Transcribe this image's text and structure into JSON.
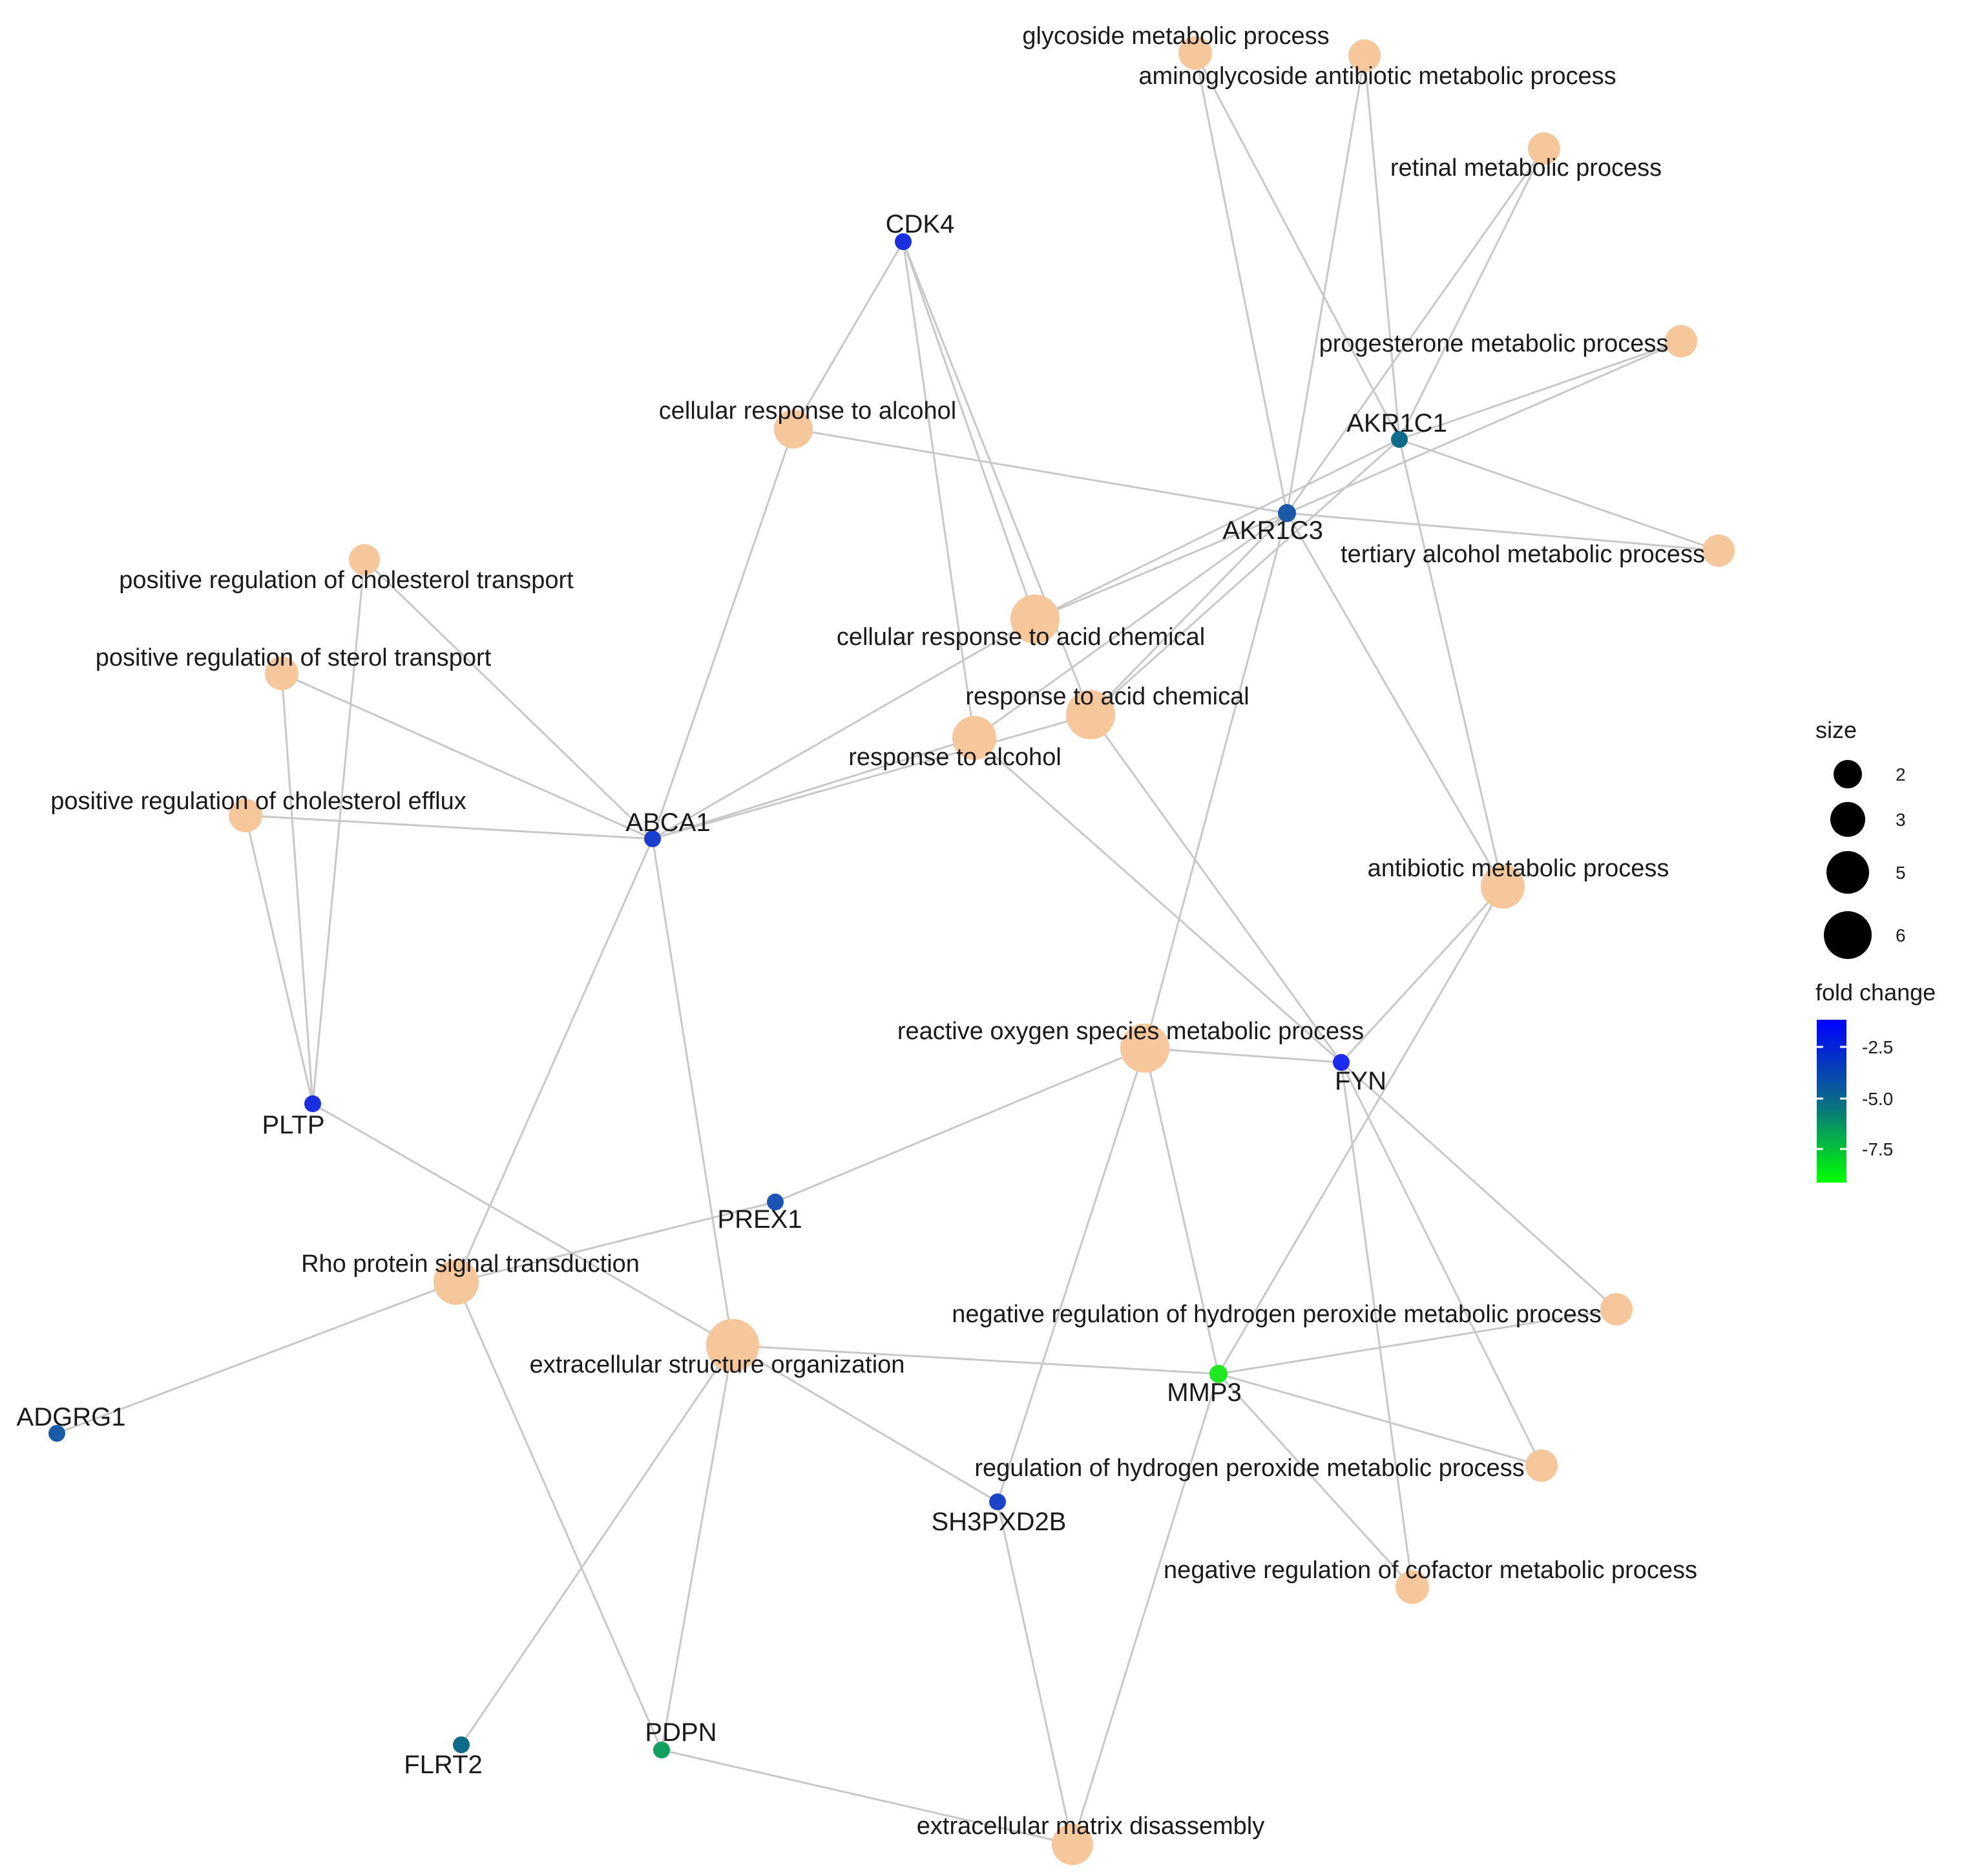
{
  "network": {
    "terms": [
      {
        "id": "t_glycoside",
        "label": "glycoside metabolic process"
      },
      {
        "id": "t_aminoglycoside",
        "label": "aminoglycoside antibiotic metabolic process"
      },
      {
        "id": "t_retinal",
        "label": "retinal metabolic process"
      },
      {
        "id": "t_progesterone",
        "label": "progesterone metabolic process"
      },
      {
        "id": "t_tertiary",
        "label": "tertiary alcohol metabolic process"
      },
      {
        "id": "t_cell_alcohol",
        "label": "cellular response to alcohol"
      },
      {
        "id": "t_cell_acid",
        "label": "cellular response to acid chemical"
      },
      {
        "id": "t_resp_acid",
        "label": "response to acid chemical"
      },
      {
        "id": "t_resp_alcohol",
        "label": "response to alcohol"
      },
      {
        "id": "t_pos_chol_transport",
        "label": "positive regulation of cholesterol transport"
      },
      {
        "id": "t_pos_sterol",
        "label": "positive regulation of sterol transport"
      },
      {
        "id": "t_pos_efflux",
        "label": "positive regulation of cholesterol efflux"
      },
      {
        "id": "t_antibiotic",
        "label": "antibiotic metabolic process"
      },
      {
        "id": "t_ros",
        "label": "reactive oxygen species metabolic process"
      },
      {
        "id": "t_rho",
        "label": "Rho protein signal transduction"
      },
      {
        "id": "t_ecm_org",
        "label": "extracellular structure organization"
      },
      {
        "id": "t_neg_h2o2",
        "label": "negative regulation of hydrogen peroxide metabolic process"
      },
      {
        "id": "t_reg_h2o2",
        "label": "regulation of hydrogen peroxide metabolic process"
      },
      {
        "id": "t_neg_cofactor",
        "label": "negative regulation of cofactor metabolic process"
      },
      {
        "id": "t_ecm_dis",
        "label": "extracellular matrix disassembly"
      }
    ],
    "genes": [
      {
        "id": "CDK4",
        "label": "CDK4",
        "color": "#1a2fe0"
      },
      {
        "id": "AKR1C1",
        "label": "AKR1C1",
        "color": "#0e6a8a"
      },
      {
        "id": "AKR1C3",
        "label": "AKR1C3",
        "color": "#1a5aa8"
      },
      {
        "id": "ABCA1",
        "label": "ABCA1",
        "color": "#1a3fd0"
      },
      {
        "id": "PLTP",
        "label": "PLTP",
        "color": "#1a2fe0"
      },
      {
        "id": "FYN",
        "label": "FYN",
        "color": "#1a2aef"
      },
      {
        "id": "PREX1",
        "label": "PREX1",
        "color": "#1a55b5"
      },
      {
        "id": "ADGRG1",
        "label": "ADGRG1",
        "color": "#1a5aaa"
      },
      {
        "id": "MMP3",
        "label": "MMP3",
        "color": "#22e822"
      },
      {
        "id": "SH3PXD2B",
        "label": "SH3PXD2B",
        "color": "#1a45c8"
      },
      {
        "id": "FLRT2",
        "label": "FLRT2",
        "color": "#0e6a88"
      },
      {
        "id": "PDPN",
        "label": "PDPN",
        "color": "#12a060"
      }
    ],
    "edges": [
      [
        "CDK4",
        "t_cell_alcohol"
      ],
      [
        "CDK4",
        "t_cell_acid"
      ],
      [
        "CDK4",
        "t_resp_acid"
      ],
      [
        "CDK4",
        "t_resp_alcohol"
      ],
      [
        "AKR1C3",
        "t_glycoside"
      ],
      [
        "AKR1C3",
        "t_aminoglycoside"
      ],
      [
        "AKR1C3",
        "t_retinal"
      ],
      [
        "AKR1C3",
        "t_progesterone"
      ],
      [
        "AKR1C3",
        "t_tertiary"
      ],
      [
        "AKR1C3",
        "t_cell_alcohol"
      ],
      [
        "AKR1C3",
        "t_cell_acid"
      ],
      [
        "AKR1C3",
        "t_resp_acid"
      ],
      [
        "AKR1C3",
        "t_resp_alcohol"
      ],
      [
        "AKR1C3",
        "t_antibiotic"
      ],
      [
        "AKR1C3",
        "t_ros"
      ],
      [
        "AKR1C1",
        "t_glycoside"
      ],
      [
        "AKR1C1",
        "t_aminoglycoside"
      ],
      [
        "AKR1C1",
        "t_retinal"
      ],
      [
        "AKR1C1",
        "t_progesterone"
      ],
      [
        "AKR1C1",
        "t_tertiary"
      ],
      [
        "AKR1C1",
        "t_cell_acid"
      ],
      [
        "AKR1C1",
        "t_resp_acid"
      ],
      [
        "AKR1C1",
        "t_antibiotic"
      ],
      [
        "ABCA1",
        "t_pos_chol_transport"
      ],
      [
        "ABCA1",
        "t_pos_sterol"
      ],
      [
        "ABCA1",
        "t_pos_efflux"
      ],
      [
        "ABCA1",
        "t_cell_alcohol"
      ],
      [
        "ABCA1",
        "t_cell_acid"
      ],
      [
        "ABCA1",
        "t_resp_acid"
      ],
      [
        "ABCA1",
        "t_resp_alcohol"
      ],
      [
        "ABCA1",
        "t_rho"
      ],
      [
        "ABCA1",
        "t_ecm_org"
      ],
      [
        "PLTP",
        "t_pos_chol_transport"
      ],
      [
        "PLTP",
        "t_pos_sterol"
      ],
      [
        "PLTP",
        "t_pos_efflux"
      ],
      [
        "PLTP",
        "t_ecm_org"
      ],
      [
        "FYN",
        "t_resp_acid"
      ],
      [
        "FYN",
        "t_resp_alcohol"
      ],
      [
        "FYN",
        "t_ros"
      ],
      [
        "FYN",
        "t_antibiotic"
      ],
      [
        "FYN",
        "t_neg_h2o2"
      ],
      [
        "FYN",
        "t_reg_h2o2"
      ],
      [
        "FYN",
        "t_neg_cofactor"
      ],
      [
        "PREX1",
        "t_ros"
      ],
      [
        "PREX1",
        "t_rho"
      ],
      [
        "ADGRG1",
        "t_rho"
      ],
      [
        "MMP3",
        "t_ecm_org"
      ],
      [
        "MMP3",
        "t_ros"
      ],
      [
        "MMP3",
        "t_antibiotic"
      ],
      [
        "MMP3",
        "t_neg_h2o2"
      ],
      [
        "MMP3",
        "t_reg_h2o2"
      ],
      [
        "MMP3",
        "t_neg_cofactor"
      ],
      [
        "MMP3",
        "t_ecm_dis"
      ],
      [
        "SH3PXD2B",
        "t_ecm_org"
      ],
      [
        "SH3PXD2B",
        "t_ros"
      ],
      [
        "SH3PXD2B",
        "t_ecm_dis"
      ],
      [
        "FLRT2",
        "t_ecm_org"
      ],
      [
        "PDPN",
        "t_rho"
      ],
      [
        "PDPN",
        "t_ecm_org"
      ],
      [
        "PDPN",
        "t_ecm_dis"
      ]
    ]
  },
  "legend": {
    "size_title": "size",
    "size_ticks": [
      "2",
      "3",
      "5",
      "6"
    ],
    "color_title": "fold change",
    "color_ticks": [
      "-2.5",
      "-5.0",
      "-7.5"
    ],
    "color_low": "#00ff00",
    "color_high": "#0000ff"
  }
}
